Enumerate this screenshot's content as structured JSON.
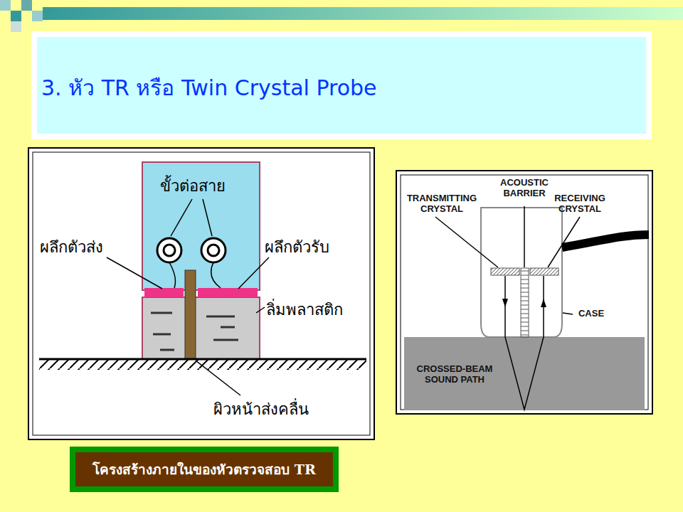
{
  "diagram": {
    "title": "3. หัว TR หรือ Twin Crystal Probe",
    "caption": "โครงสร้างภายในของหัวตรวจสอบ TR",
    "labels": [
      "ขั้วต่อสาย",
      "ผลึกตัวส่ง",
      "ผลึกตัวรับ",
      "ลิ่มพลาสติก",
      "ผิวหน้าส่งคลื่น",
      "TRANSMITTING CRYSTAL",
      "ACOUSTIC BARRIER",
      "RECEIVING CRYSTAL",
      "CASE",
      "CROSSED-BEAM SOUND PATH"
    ]
  }
}
